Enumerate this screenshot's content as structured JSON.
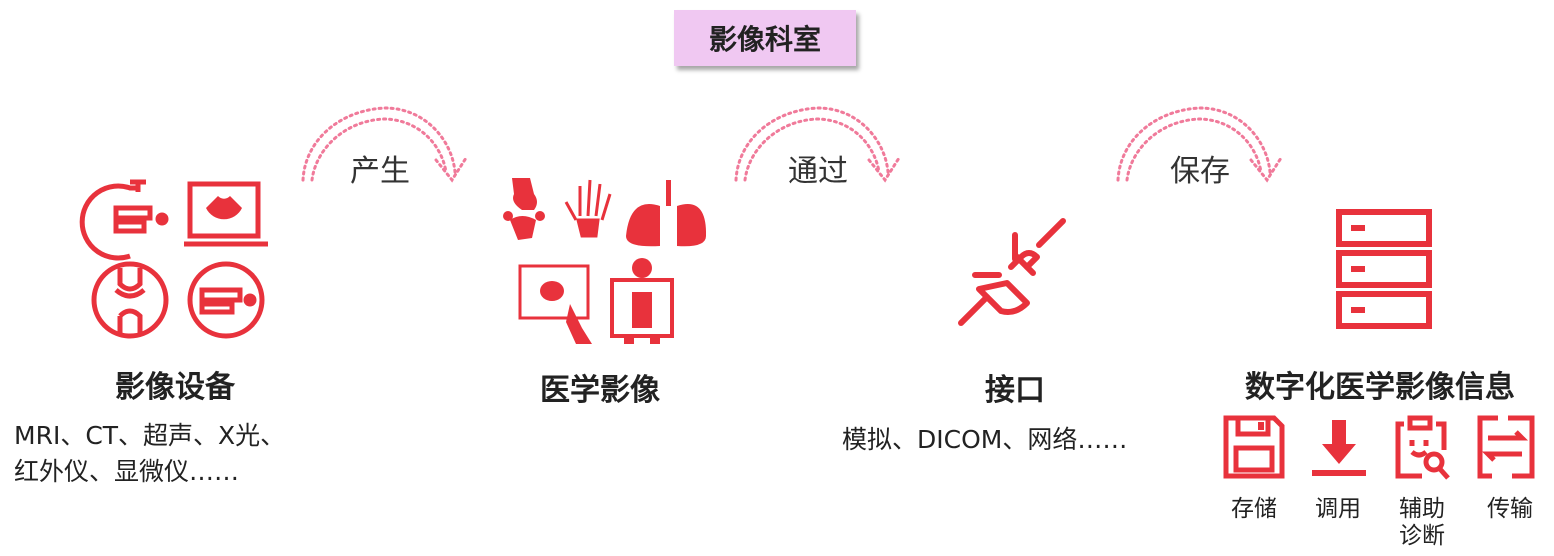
{
  "header": {
    "title": "影像科室"
  },
  "arrows": [
    {
      "label": "产生"
    },
    {
      "label": "通过"
    },
    {
      "label": "保存"
    }
  ],
  "stages": [
    {
      "title": "影像设备",
      "desc_line1": "MRI、CT、超声、X光、",
      "desc_line2": "红外仪、显微仪……"
    },
    {
      "title": "医学影像"
    },
    {
      "title": "接口",
      "desc_line1": "模拟、DICOM、网络……"
    },
    {
      "title": "数字化医学影像信息"
    }
  ],
  "functions": [
    {
      "label": "存储",
      "icon": "floppy-disk-icon"
    },
    {
      "label": "调用",
      "icon": "download-icon"
    },
    {
      "label": "辅助诊断",
      "icon": "diagnosis-clipboard-icon"
    },
    {
      "label": "传输",
      "icon": "transfer-icon"
    }
  ],
  "colors": {
    "accent": "#e8323c",
    "arrow": "#f07a9a",
    "title_bg": "#f0c8f2"
  }
}
